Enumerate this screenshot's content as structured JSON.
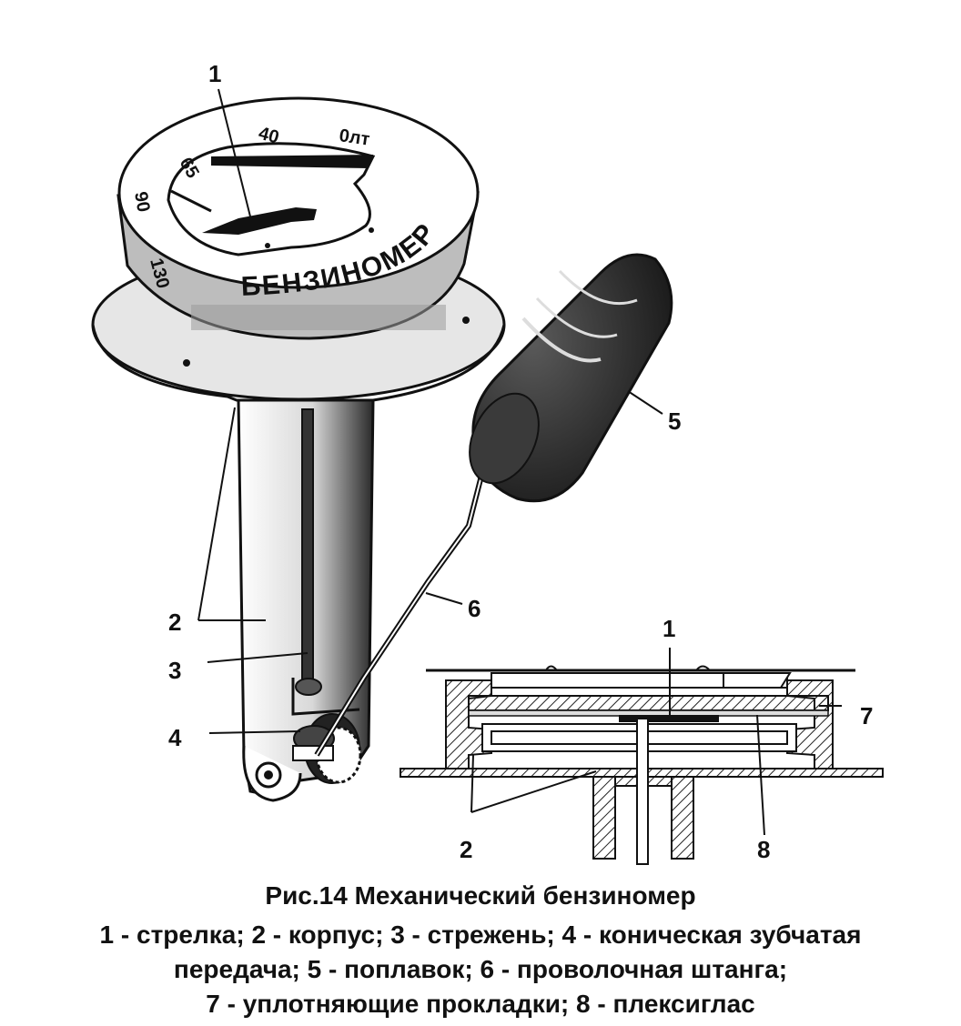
{
  "dial": {
    "brand": "БЕНЗИНОМЕР",
    "scale": [
      "130",
      "90",
      "65",
      "40",
      "0лт"
    ]
  },
  "callouts": {
    "main": [
      "1",
      "2",
      "3",
      "4",
      "5",
      "6"
    ],
    "section": [
      "1",
      "7",
      "2",
      "8"
    ]
  },
  "caption": {
    "title": "Рис.14 Механический бензиномер",
    "legend": [
      "1 - стрелка; 2 - корпус; 3 - стрежень; 4 - коническая зубчатая",
      "передача; 5 - поплавок; 6 - проволочная штанга;",
      "7 - уплотняющие прокладки; 8 - плексиглас"
    ]
  }
}
